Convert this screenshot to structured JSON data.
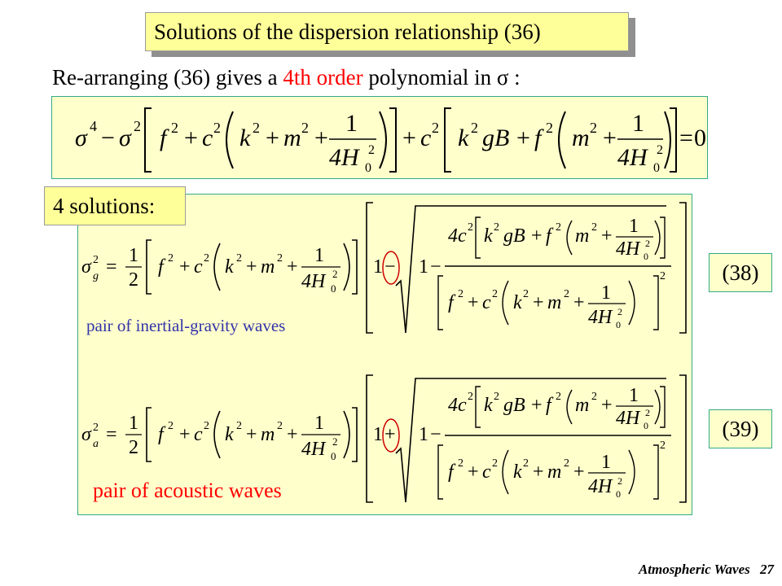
{
  "slide": {
    "title": "Solutions of the dispersion relationship (36)",
    "intro_prefix": "Re-arranging (36) gives a ",
    "intro_highlight": "4th order",
    "intro_suffix": " polynomial in σ :",
    "solutions_label": "4 solutions:",
    "eq_number_38": "(38)",
    "eq_number_39": "(39)",
    "label_inertial_gravity": "pair of inertial-gravity waves",
    "label_acoustic": "pair of acoustic waves",
    "footer_title": "Atmospheric Waves",
    "page_number": "27"
  },
  "colors": {
    "title_fill": "#ffff99",
    "box_fill": "#ffffcc",
    "box_border": "#33aa88",
    "highlight_red": "#ff0000",
    "inertial_label_blue": "#3333aa",
    "circle_red": "#cc0000"
  },
  "math": {
    "sigma": "σ",
    "sup4": "4",
    "sup2": "2",
    "minus": "−",
    "plus": "+",
    "equals": "=",
    "zero": "0",
    "one": "1",
    "two": "2",
    "four_h": "4H",
    "sub0": "0",
    "f": "f",
    "c": "c",
    "k": "k",
    "m": "m",
    "gB": "gB",
    "four_c": "4c",
    "sub_g": "g",
    "sub_a": "a"
  }
}
